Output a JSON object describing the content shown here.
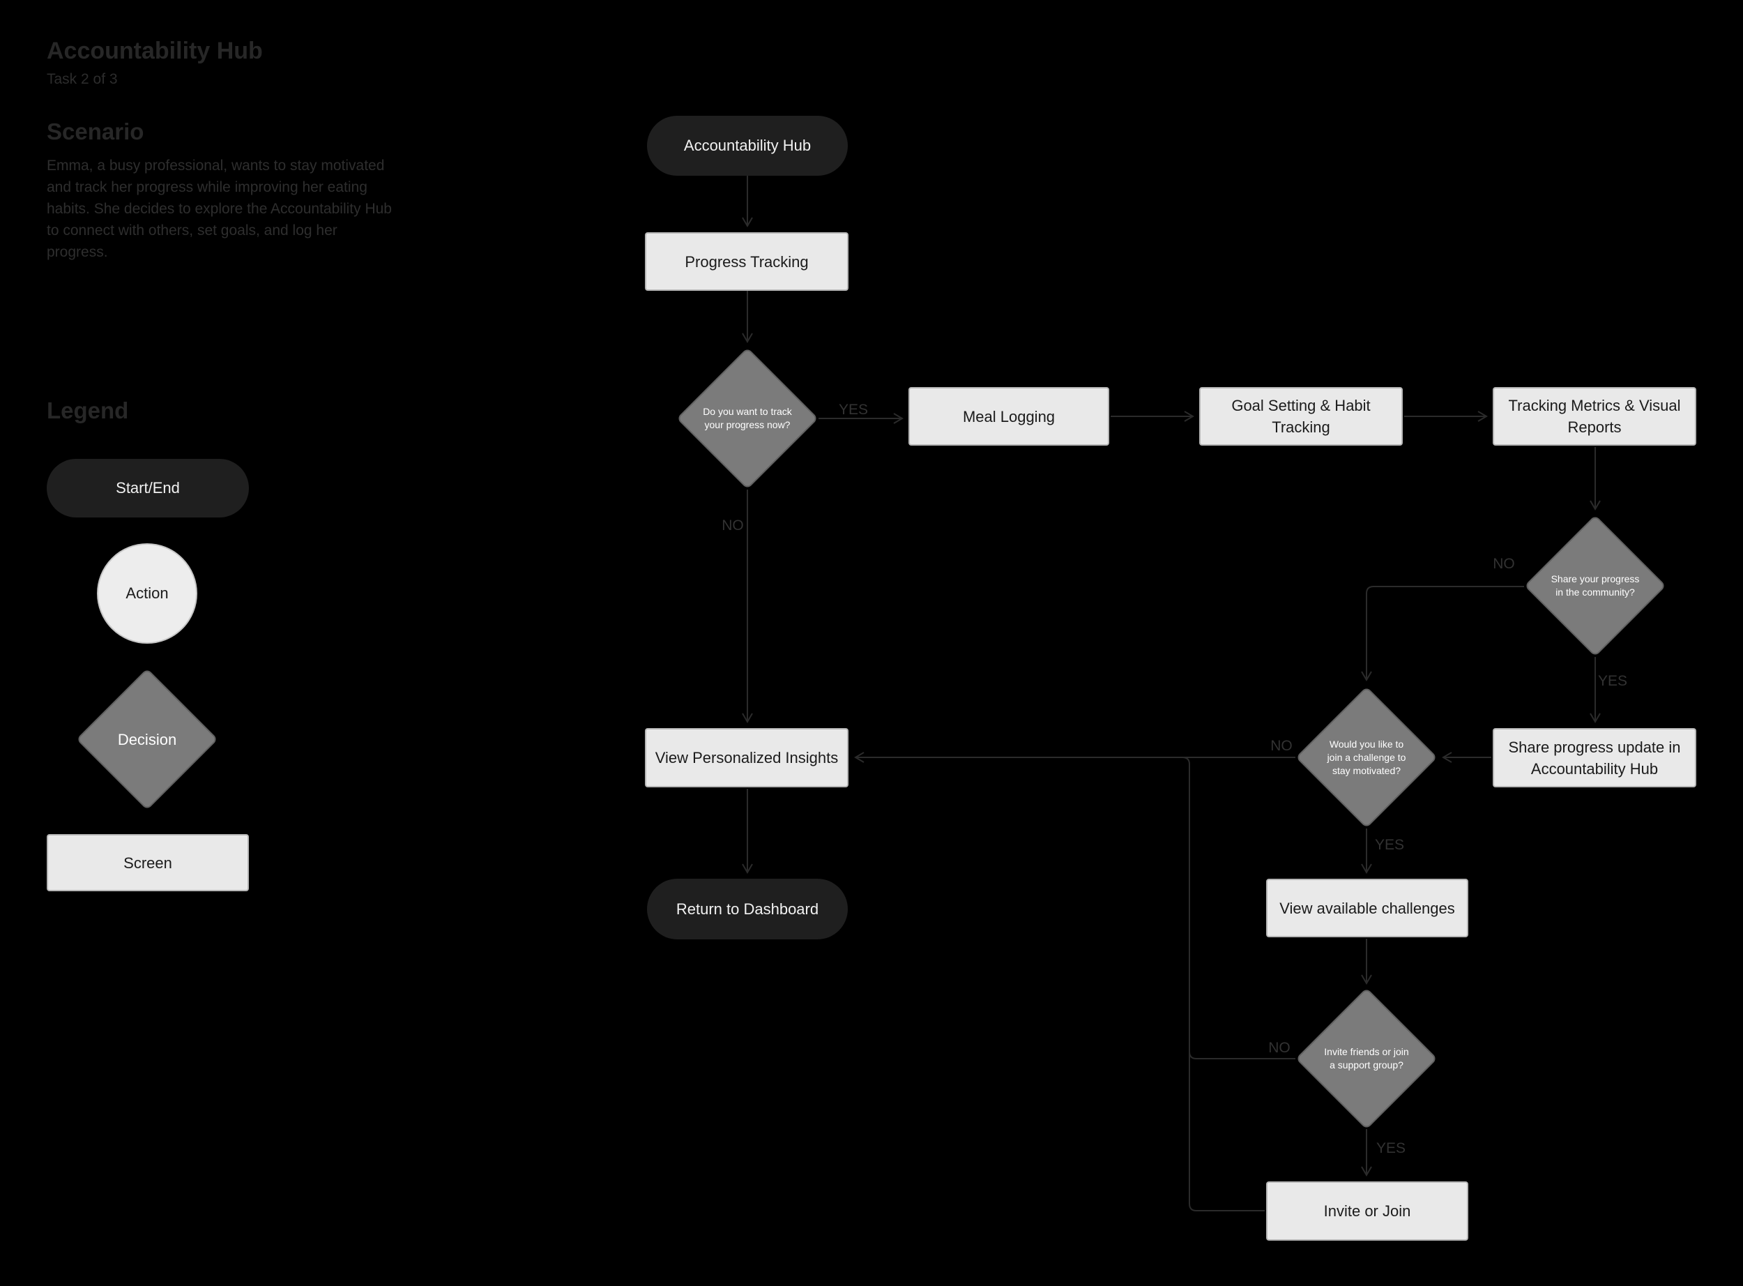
{
  "panel": {
    "title": "Accountability Hub",
    "subtitle": "Task 2 of 3",
    "scenario_heading": "Scenario",
    "scenario_text": "Emma, a busy professional, wants to stay motivated and track her progress while improving her eating habits. She decides to explore the Accountability Hub to connect with others, set goals, and log her progress.",
    "legend_heading": "Legend",
    "legend": {
      "start_end": "Start/End",
      "action": "Action",
      "decision": "Decision",
      "screen": "Screen"
    }
  },
  "flow": {
    "start": "Accountability Hub",
    "progress": "Progress Tracking",
    "decision_track": "Do you want to track your progress now?",
    "meal": "Meal Logging",
    "goal": "Goal Setting & Habit Tracking",
    "metrics": "Tracking Metrics & Visual Reports",
    "decision_share": "Share your progress in the community?",
    "share_update": "Share progress update in Accountability Hub",
    "decision_challenge": "Would you like to join a challenge to stay motivated?",
    "insights": "View Personalized Insights",
    "return_dashboard": "Return to Dashboard",
    "challenges": "View available challenges",
    "decision_invite": "Invite friends or join a support group?",
    "invite": "Invite or Join"
  },
  "edge_labels": {
    "yes": "YES",
    "no": "NO"
  },
  "colors": {
    "background": "#000000",
    "start_end_fill": "#1f1f1f",
    "screen_fill": "#e9e9e9",
    "decision_fill": "#7b7b7b",
    "connector": "#2b2b2b",
    "muted_text": "#2b2b2b"
  }
}
